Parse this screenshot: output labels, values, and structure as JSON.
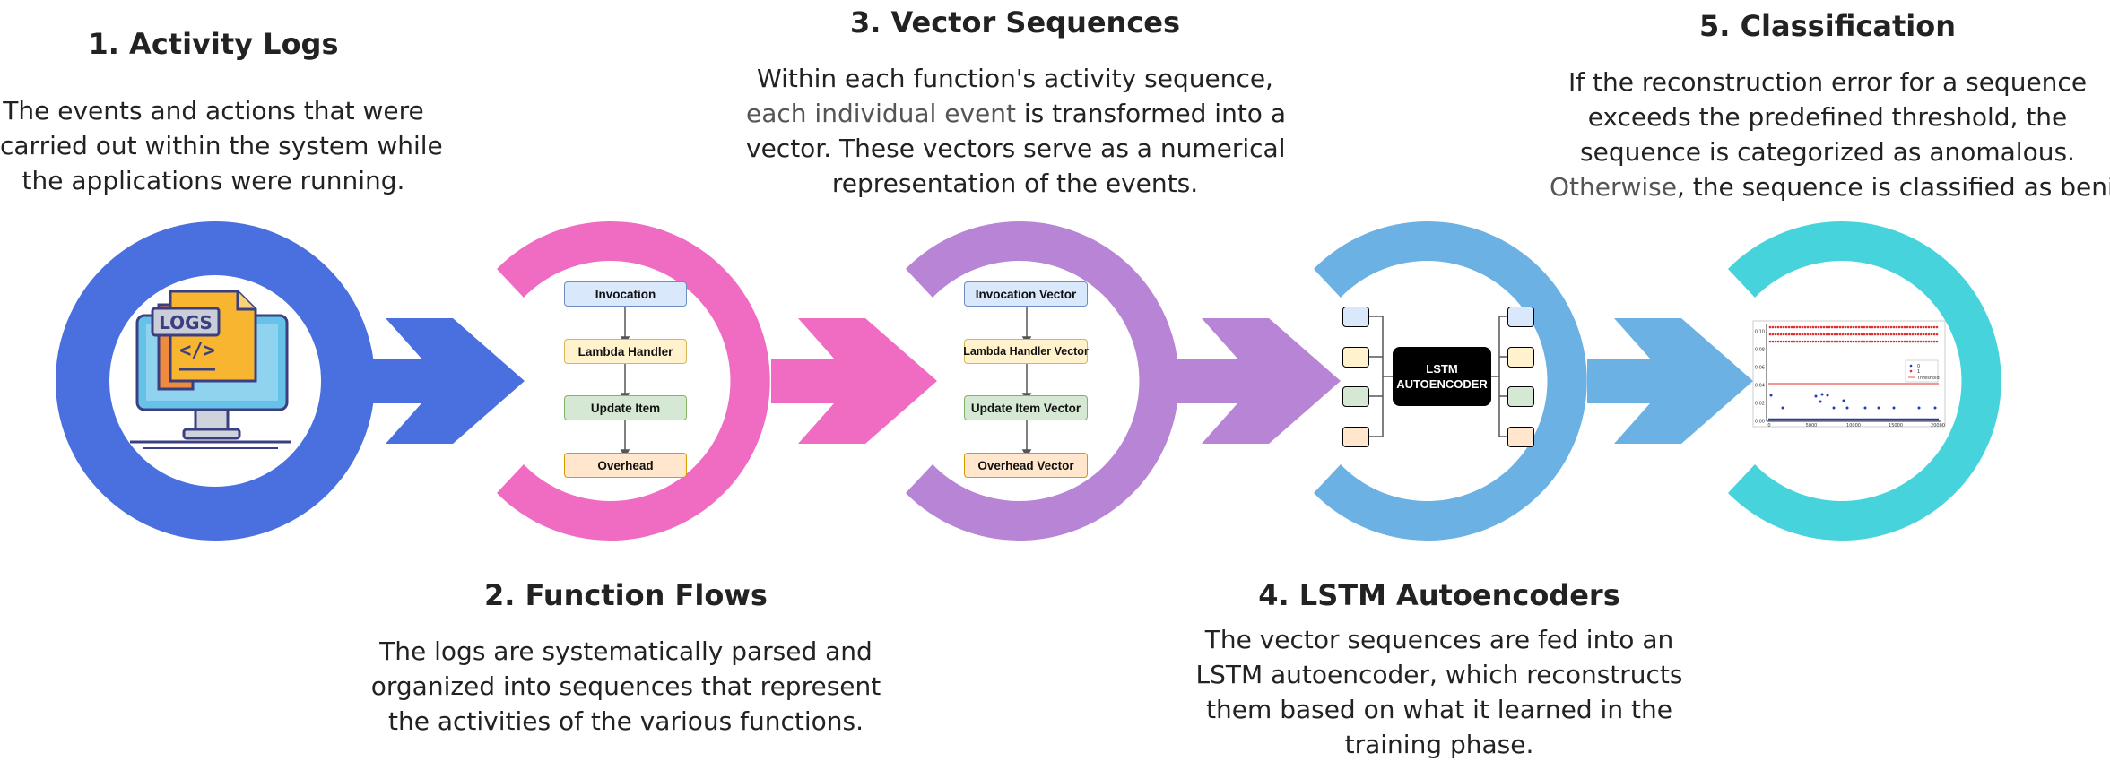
{
  "steps": [
    {
      "title": "1. Activity Logs",
      "lines": [
        "The events and actions that were",
        "carried out within the system while",
        "the applications were running."
      ],
      "color": "#4a70e0"
    },
    {
      "title": "2. Function Flows",
      "lines": [
        "The logs are systematically parsed and",
        "organized into sequences that represent",
        "the activities of the various functions."
      ],
      "color": "#f06bc2"
    },
    {
      "title": "3. Vector Sequences",
      "lines_html": [
        {
          "pre": "",
          "hl": "",
          "post": "Within each function's activity sequence,"
        },
        {
          "pre": "",
          "hl": "each individual event",
          "post": " is transformed into a"
        },
        {
          "pre": "",
          "hl": "",
          "post": "vector. These vectors serve as a numerical"
        },
        {
          "pre": "",
          "hl": "",
          "post": "representation of the events."
        }
      ],
      "color": "#b884d6"
    },
    {
      "title": "4. LSTM Autoencoders",
      "lines": [
        "The vector sequences are fed into an",
        "LSTM autoencoder, which reconstructs",
        "them based on what it learned in the",
        "training phase."
      ],
      "color": "#6cb1e3"
    },
    {
      "title": "5. Classification",
      "lines_html": [
        {
          "pre": "",
          "hl": "",
          "post": "If the reconstruction error for a sequence"
        },
        {
          "pre": "",
          "hl": "",
          "post": "exceeds the predefined threshold, the"
        },
        {
          "pre": "",
          "hl": "",
          "post": "sequence is categorized as anomalous."
        },
        {
          "pre": "",
          "hl": "Otherwise",
          "post": ", the sequence is classified as benign."
        }
      ],
      "color": "#47d3dc"
    }
  ],
  "icon": {
    "logs_label": "LOGS",
    "code_glyph": "</>"
  },
  "function_flow": [
    "Invocation",
    "Lambda Handler",
    "Update Item",
    "Overhead"
  ],
  "vector_flow": [
    "Invocation Vector",
    "Lambda Handler Vector",
    "Update Item Vector",
    "Overhead Vector"
  ],
  "lstm": {
    "label_line1": "LSTM",
    "label_line2": "AUTOENCODER"
  },
  "thumbnail": {
    "x_ticks": [
      "0",
      "5000",
      "10000",
      "15000",
      "20000"
    ],
    "y_ticks": [
      "0.00",
      "0.02",
      "0.04",
      "0.06",
      "0.08",
      "0.10"
    ],
    "legend": [
      "0",
      "1",
      "Threshold"
    ]
  },
  "colors": {
    "blue_box_fill": "#dae8fc",
    "yellow_box_fill": "#fff2cc",
    "green_box_fill": "#d5e8d4",
    "orange_box_fill": "#ffe6cc",
    "lstm_box": "#000000",
    "threshold_line": "#e03030",
    "benign_points": "#1f3fb0"
  }
}
